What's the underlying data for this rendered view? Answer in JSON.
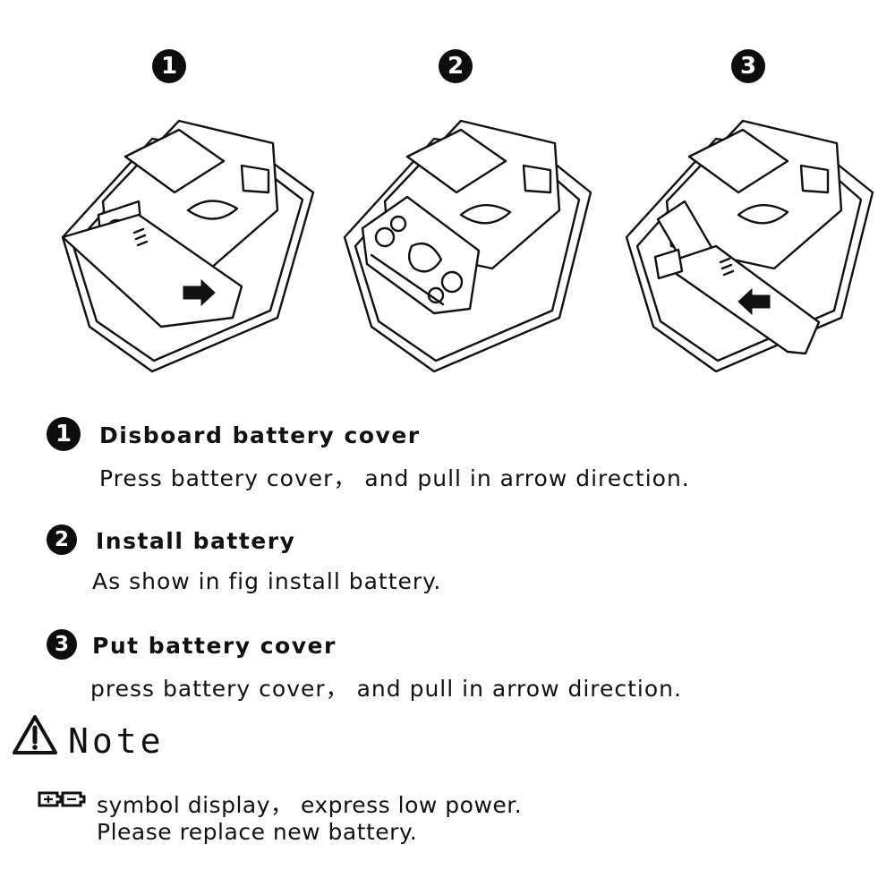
{
  "figures": [
    {
      "badge": "1",
      "icon": "remove-cover-illustration"
    },
    {
      "badge": "2",
      "icon": "install-battery-illustration"
    },
    {
      "badge": "3",
      "icon": "replace-cover-illustration"
    }
  ],
  "steps": [
    {
      "badge": "1",
      "title": "Disboard battery cover",
      "body": "Press battery cover， and pull in arrow direction."
    },
    {
      "badge": "2",
      "title": "Install battery",
      "body": "As show in fig install battery."
    },
    {
      "badge": "3",
      "title": "Put battery cover",
      "body": "press battery cover， and pull in arrow direction."
    }
  ],
  "note": {
    "icon": "warning-triangle-icon",
    "title": "Note",
    "symbol_icon": "low-battery-symbol-icon",
    "line1": "symbol display， express low power.",
    "line2": "Please replace new battery."
  }
}
